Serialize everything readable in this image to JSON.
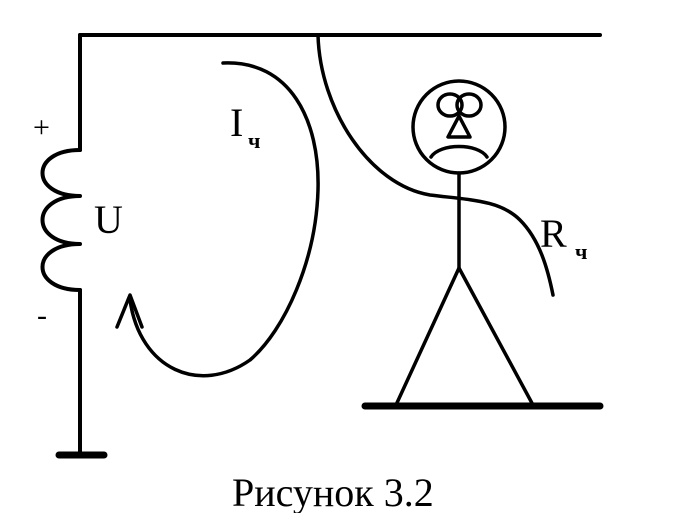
{
  "labels": {
    "plus": "+",
    "minus": "-",
    "voltage": "U",
    "current_symbol": "I",
    "current_subscript": "ч",
    "resistance_symbol": "R",
    "resistance_subscript": "ч"
  },
  "caption": "Рисунок 3.2"
}
